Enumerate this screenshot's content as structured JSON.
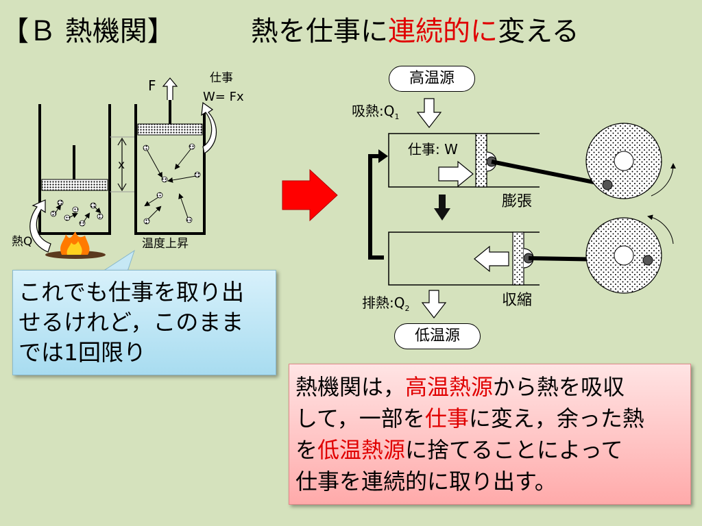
{
  "title": {
    "section": "【Ｂ 熱機関】",
    "part1": "熱を仕事に",
    "highlight": "連続的に",
    "part2": "変える"
  },
  "left_diagram": {
    "force_label": "F",
    "work_label": "仕事",
    "work_formula": "W= Fx",
    "displacement_label": "x",
    "heat_label": "熱Q",
    "temp_label": "温度上昇"
  },
  "right_diagram": {
    "hot_source": "高温源",
    "heat_absorb_label": "吸熱:",
    "q1": "Q",
    "q1_sub": "1",
    "work_label": "仕事: W",
    "expansion": "膨張",
    "compression": "収縮",
    "heat_reject_label": "排熱:",
    "q2": "Q",
    "q2_sub": "2",
    "cold_source": "低温源"
  },
  "callout": {
    "line1": "これでも仕事を取り出",
    "line2": "せるけれど，このまま",
    "line3": "では1回限り"
  },
  "summary": {
    "line1_a": "熱機関は，",
    "line1_hl": "高温熱源",
    "line1_b": "から熱を吸収",
    "line2_a": "して，一部を",
    "line2_hl": "仕事",
    "line2_b": "に変え，余った熱",
    "line3_a": "を",
    "line3_hl": "低温熱源",
    "line3_b": "に捨てることによって",
    "line4": "仕事を連続的に取り出す。"
  },
  "colors": {
    "background": "#d5e2bd",
    "highlight": "#e00000",
    "arrow": "#ff0000"
  }
}
